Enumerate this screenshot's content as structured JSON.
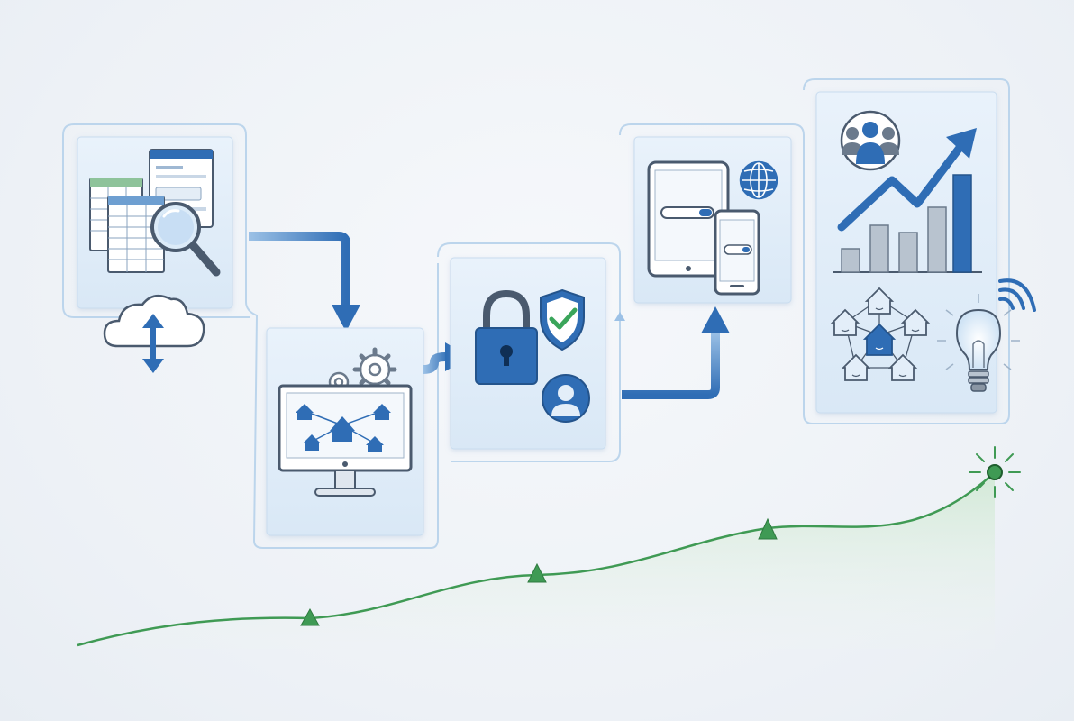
{
  "diagram": {
    "title": "",
    "stages": [
      {
        "id": "data-collection",
        "icons": [
          "spreadsheet-icon",
          "browser-window-icon",
          "magnifier-icon",
          "cloud-sync-icon"
        ]
      },
      {
        "id": "processing",
        "icons": [
          "gear-icon",
          "monitor-icon",
          "house-network-icon"
        ]
      },
      {
        "id": "security",
        "icons": [
          "padlock-icon",
          "shield-check-icon",
          "user-avatar-icon"
        ]
      },
      {
        "id": "access",
        "icons": [
          "tablet-icon",
          "phone-icon",
          "globe-icon",
          "search-bar-icon"
        ]
      },
      {
        "id": "outcomes",
        "icons": [
          "team-icon",
          "growth-chart-icon",
          "community-network-icon",
          "lightbulb-icon",
          "wireless-icon"
        ]
      }
    ],
    "colors": {
      "primary_blue": "#2f6db5",
      "light_blue": "#cfe1f3",
      "panel_fill": "#e3eef9",
      "growth_green": "#3f9a54",
      "green_fill": "#d7ecd9",
      "success_green": "#3aa55a"
    }
  }
}
